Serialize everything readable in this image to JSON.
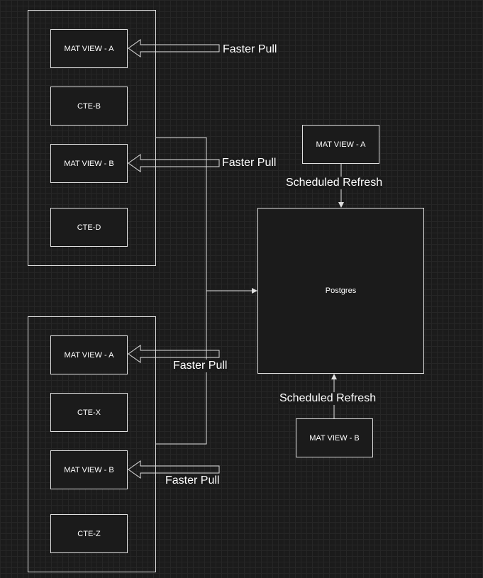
{
  "colors": {
    "background": "#1b1b1b",
    "stroke": "#e0e0e0",
    "text": "#ffffff"
  },
  "top_group": {
    "items": [
      "MAT VIEW - A",
      "CTE-B",
      "MAT VIEW - B",
      "CTE-D"
    ]
  },
  "bottom_group": {
    "items": [
      "MAT VIEW - A",
      "CTE-X",
      "MAT VIEW - B",
      "CTE-Z"
    ]
  },
  "postgres": {
    "label": "Postgres"
  },
  "refresh_a": {
    "source": "MAT VIEW - A",
    "label": "Scheduled Refresh"
  },
  "refresh_b": {
    "source": "MAT VIEW - B",
    "label": "Scheduled Refresh"
  },
  "faster_pull": {
    "label_1": "Faster Pull",
    "label_2": "Faster Pull",
    "label_3": "Faster Pull",
    "label_4": "Faster Pull"
  }
}
